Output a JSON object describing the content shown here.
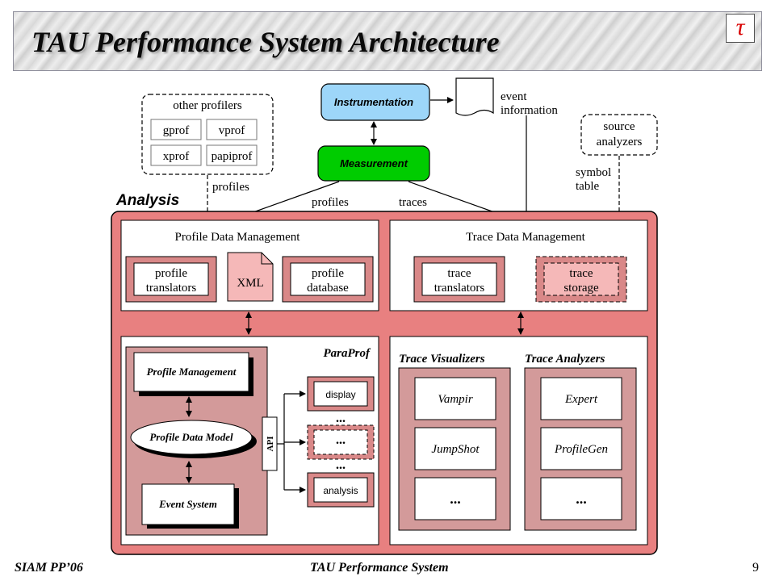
{
  "slide": {
    "title": "TAU Performance System Architecture",
    "logo_glyph": "τ",
    "footer_left": "SIAM PP’06",
    "footer_center": "TAU Performance System",
    "page_number": "9"
  },
  "colors": {
    "analysis_bg": "#e88080",
    "instrumentation_fill": "#9dd6f9",
    "measurement_fill": "#00cc00",
    "bevel_face": "#f5b8b8",
    "panel_fill": "#d39a9a"
  },
  "top": {
    "instrumentation": "Instrumentation",
    "measurement": "Measurement",
    "event_info_line1": "event",
    "event_info_line2": "information",
    "other_profilers": {
      "title": "other profilers",
      "items": [
        "gprof",
        "vprof",
        "xprof",
        "papiprof"
      ]
    },
    "profiles_left": "profiles",
    "source_analyzers_line1": "source",
    "source_analyzers_line2": "analyzers",
    "symbol_table_line1": "symbol",
    "symbol_table_line2": "table",
    "profiles_mid": "profiles",
    "traces": "traces"
  },
  "analysis": {
    "label": "Analysis",
    "profile_data_management": {
      "title": "Profile Data Management",
      "translators_line1": "profile",
      "translators_line2": "translators",
      "xml": "XML",
      "database_line1": "profile",
      "database_line2": "database"
    },
    "trace_data_management": {
      "title": "Trace Data Management",
      "translators_line1": "trace",
      "translators_line2": "translators",
      "storage_line1": "trace",
      "storage_line2": "storage"
    },
    "paraprof": {
      "title": "ParaProf",
      "profile_management": "Profile Management",
      "profile_data_model": "Profile Data Model",
      "event_system": "Event System",
      "api": "API",
      "display": "display",
      "ellipsis_1": "...",
      "ellipsis_2": "...",
      "ellipsis_3": "...",
      "ellipsis_4": "...",
      "analysis": "analysis"
    },
    "trace_visualizers": {
      "title": "Trace Visualizers",
      "items": [
        "Vampir",
        "JumpShot",
        "..."
      ]
    },
    "trace_analyzers": {
      "title": "Trace Analyzers",
      "items": [
        "Expert",
        "ProfileGen",
        "..."
      ]
    }
  }
}
